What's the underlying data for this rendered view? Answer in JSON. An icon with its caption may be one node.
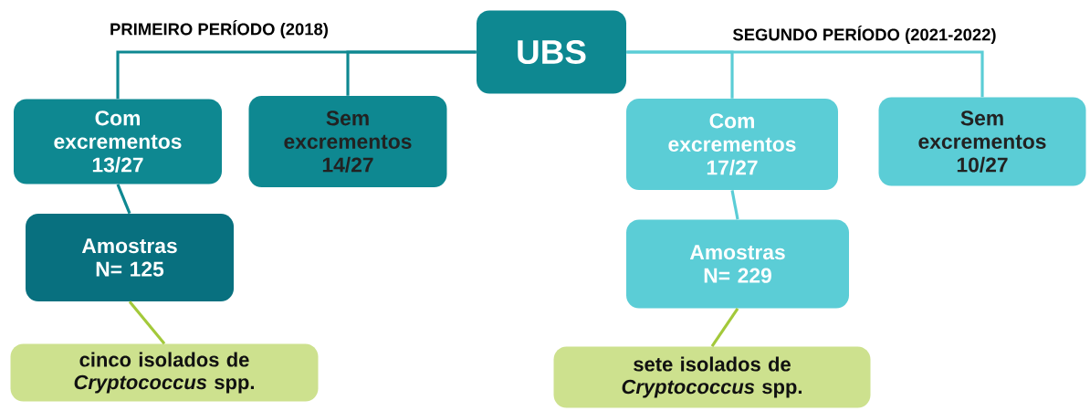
{
  "diagram": {
    "nodes": [
      {
        "text": [
          "UBS"
        ]
      },
      {
        "text": [
          "Com excrementos 13/27"
        ]
      },
      {
        "text": [
          "Sem excrementos 14/27"
        ]
      },
      {
        "text": [
          "Amostras N= 125"
        ]
      },
      {
        "text": [
          "cinco isolados de *Cryptococcus* spp."
        ]
      },
      {
        "text": [
          "Com excrementos 17/27"
        ]
      },
      {
        "text": [
          "Sem excrementos 10/27"
        ]
      },
      {
        "text": [
          "Amostras N= 229"
        ]
      },
      {
        "text": [
          "sete isolados de *Cryptococcus* spp."
        ]
      }
    ],
    "edges": [
      {
        "from": 0,
        "to": 1,
        "arrow": "none",
        "color": "#0e8891"
      },
      {
        "from": 0,
        "to": 2,
        "arrow": "none",
        "color": "#0e8891"
      },
      {
        "from": 1,
        "to": 3,
        "arrow": "none",
        "color": "#0e8891"
      },
      {
        "from": 3,
        "to": 4,
        "arrow": "none",
        "color": "#a3c93a"
      },
      {
        "from": 0,
        "to": 5,
        "arrow": "none",
        "color": "#5bcdd6"
      },
      {
        "from": 0,
        "to": 6,
        "arrow": "none",
        "color": "#5bcdd6"
      },
      {
        "from": 5,
        "to": 7,
        "arrow": "none",
        "color": "#5bcdd6"
      },
      {
        "from": 7,
        "to": 8,
        "arrow": "none",
        "color": "#a3c93a"
      }
    ],
    "labels": [
      "PRIMEIRO PERÍODO (2018)",
      "SEGUNDO PERÍODO (2021-2022)"
    ]
  }
}
